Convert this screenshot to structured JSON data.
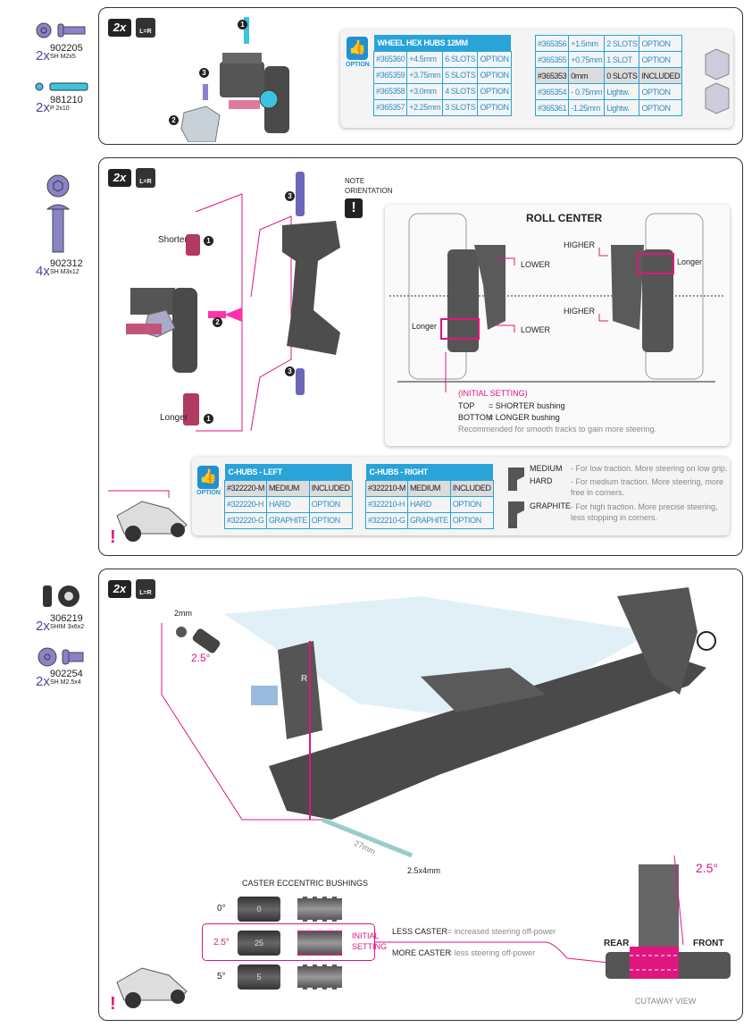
{
  "parts": [
    {
      "qty": "2x",
      "number": "902205",
      "desc": "SH M2x5"
    },
    {
      "qty": "2x",
      "number": "981210",
      "desc": "P 2x10"
    },
    {
      "qty": "4x",
      "number": "902312",
      "desc": "SH M3x12"
    },
    {
      "qty": "2x",
      "number": "306219",
      "desc": "SHIM 3x6x2"
    },
    {
      "qty": "2x",
      "number": "902254",
      "desc": "SH M2.5x4"
    }
  ],
  "badges": {
    "count": "2x",
    "lr": "L=R",
    "option": "OPTION",
    "note": "!"
  },
  "colors": {
    "accent": "#29a3d8",
    "pink": "#e0157f",
    "parts": "#5a3f9a"
  },
  "step1": {
    "callouts": [
      "1",
      "2",
      "3"
    ],
    "hubs_title": "WHEEL HEX HUBS 12MM",
    "hubs_left": [
      [
        "#365360",
        "+4.5mm",
        "6 SLOTS",
        "OPTION"
      ],
      [
        "#365359",
        "+3.75mm",
        "5 SLOTS",
        "OPTION"
      ],
      [
        "#365358",
        "+3.0mm",
        "4 SLOTS",
        "OPTION"
      ],
      [
        "#365357",
        "+2.25mm",
        "3 SLOTS",
        "OPTION"
      ]
    ],
    "hubs_right": [
      [
        "#365356",
        "+1.5mm",
        "2 SLOTS",
        "OPTION"
      ],
      [
        "#365355",
        "+0.75mm",
        "1 SLOT",
        "OPTION"
      ],
      [
        "#365353",
        "0mm",
        "0 SLOTS",
        "INCLUDED"
      ],
      [
        "#365354",
        "- 0.75mm",
        "Lightw.",
        "OPTION"
      ],
      [
        "#365361",
        "-1.25mm",
        "Lightw.",
        "OPTION"
      ]
    ]
  },
  "step2": {
    "shorter": "Shorter",
    "longer": "Longer",
    "note": "NOTE\nORIENTATION",
    "roll_center": {
      "title": "ROLL CENTER",
      "lower": "LOWER",
      "higher": "HIGHER",
      "longer": "Longer",
      "initial": "(INITIAL SETTING)",
      "top": "TOP",
      "top_val": "= SHORTER bushing",
      "bottom": "BOTTOM",
      "bottom_val": "= LONGER bushing",
      "recommend": "Recommended for smooth tracks to gain more steering."
    },
    "chubs_left": {
      "title": "C-HUBS - LEFT",
      "rows": [
        [
          "#322220-M",
          "MEDIUM",
          "INCLUDED"
        ],
        [
          "#322220-H",
          "HARD",
          "OPTION"
        ],
        [
          "#322220-G",
          "GRAPHITE",
          "OPTION"
        ]
      ]
    },
    "chubs_right": {
      "title": "C-HUBS - RIGHT",
      "rows": [
        [
          "#322210-M",
          "MEDIUM",
          "INCLUDED"
        ],
        [
          "#322210-H",
          "HARD",
          "OPTION"
        ],
        [
          "#322210-G",
          "GRAPHITE",
          "OPTION"
        ]
      ]
    },
    "materials": [
      {
        "name": "MEDIUM",
        "desc": "- For low traction. More steering on low grip."
      },
      {
        "name": "HARD",
        "desc": "- For medium traction. More steering, more free in corners."
      },
      {
        "name": "GRAPHITE",
        "desc": "- For high traction. More precise steering, less stopping in corners."
      }
    ]
  },
  "step3": {
    "shim": "2mm",
    "angle": "2.5°",
    "pin": "27mm",
    "screw": "2.5x4mm",
    "side": "R",
    "caster_title": "CASTER ECCENTRIC BUSHINGS",
    "caster": [
      {
        "label": "0°",
        "mark": "0"
      },
      {
        "label": "2.5°",
        "mark": "25"
      },
      {
        "label": "5°",
        "mark": "5"
      }
    ],
    "initial": "INITIAL\nSETTING",
    "less": "LESS CASTER",
    "less_desc": "= increased steering off-power",
    "more": "MORE CASTER",
    "more_desc": "= less steering off-power",
    "rear": "REAR",
    "front": "FRONT",
    "cutaway": "CUTAWAY VIEW",
    "cut_angle": "2.5°"
  }
}
